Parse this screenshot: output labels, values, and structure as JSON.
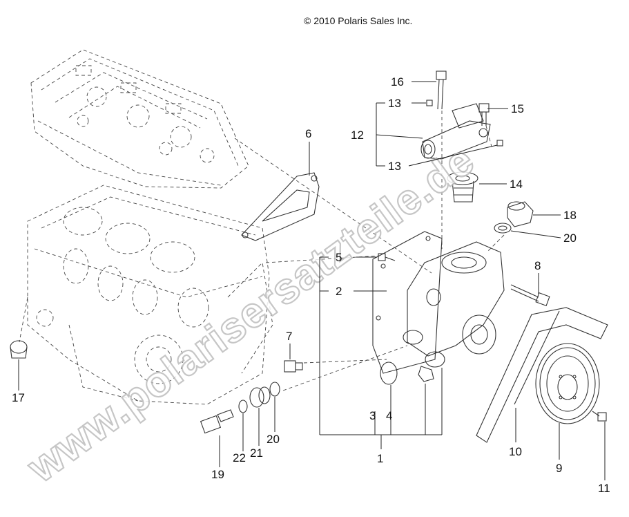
{
  "copyright": "© 2010 Polaris Sales Inc.",
  "watermark": "www.polarisersatzteile.de",
  "callouts": {
    "c1": "1",
    "c2": "2",
    "c3": "3",
    "c4": "4",
    "c5": "5",
    "c6": "6",
    "c7": "7",
    "c8": "8",
    "c9": "9",
    "c10": "10",
    "c11": "11",
    "c12": "12",
    "c13a": "13",
    "c13b": "13",
    "c14": "14",
    "c15": "15",
    "c16": "16",
    "c17": "17",
    "c18": "18",
    "c19": "19",
    "c20a": "20",
    "c20b": "20",
    "c21": "21",
    "c22": "22"
  },
  "colors": {
    "line": "#222222",
    "watermark_stroke": "#bdbdbd"
  }
}
